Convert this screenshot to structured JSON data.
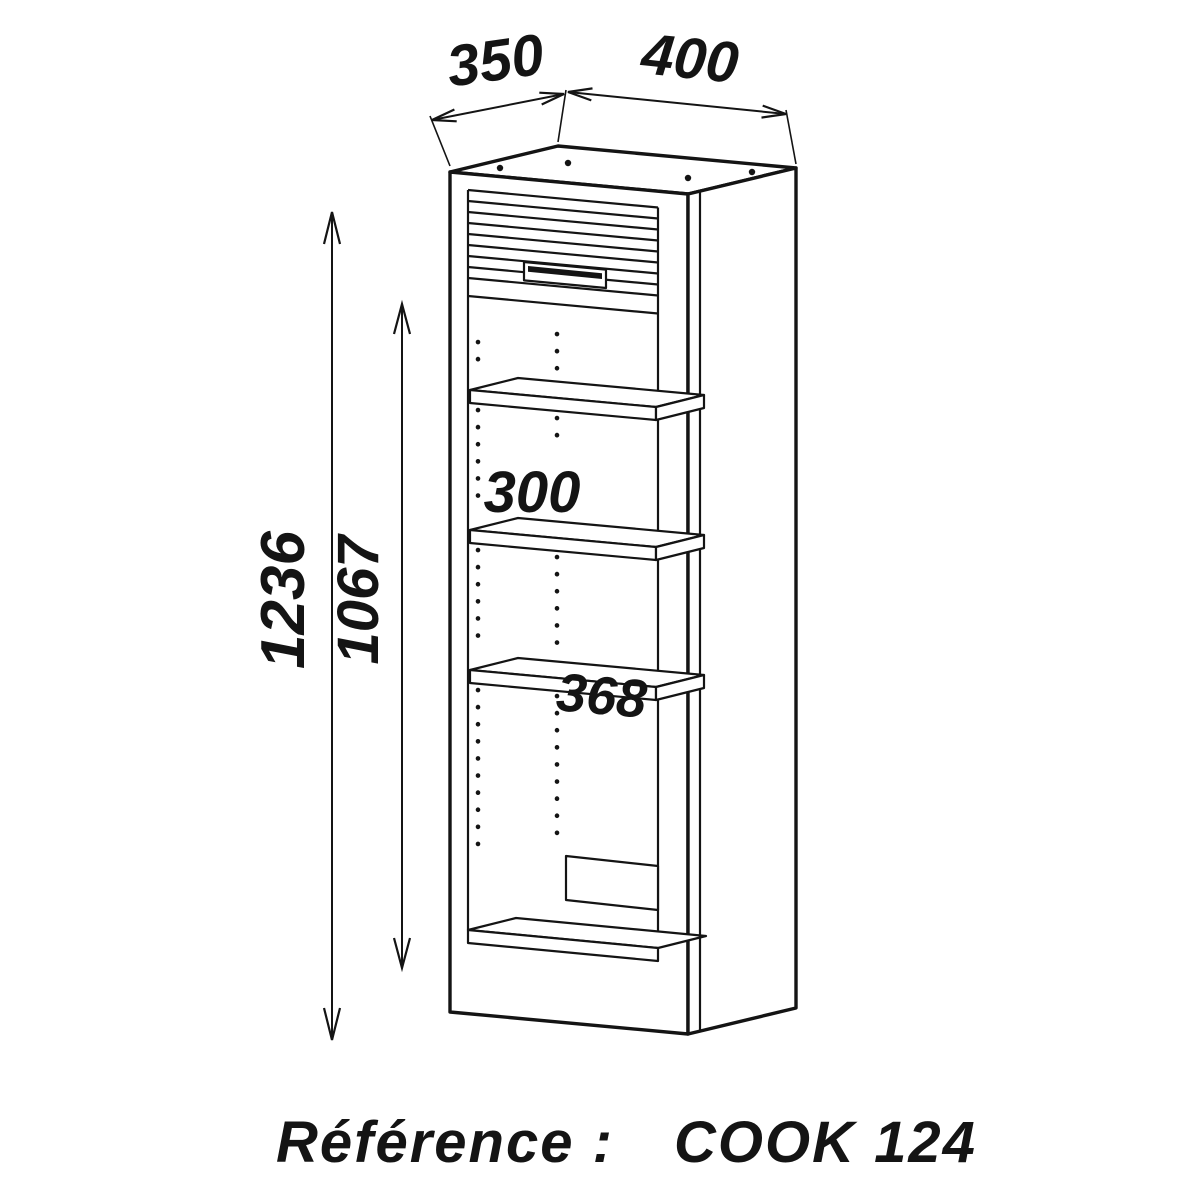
{
  "drawing": {
    "subject": "tall-kitchen-cabinet-with-tambour-door",
    "caption": {
      "label": "Référence :",
      "value": "COOK 124"
    },
    "dimensions": {
      "depth": "350",
      "width": "400",
      "overall_height": "1236",
      "interior_height": "1067",
      "shelf_spacing": "300",
      "interior_width": "368"
    },
    "colors": {
      "line": "#141414",
      "background": "#ffffff"
    }
  }
}
